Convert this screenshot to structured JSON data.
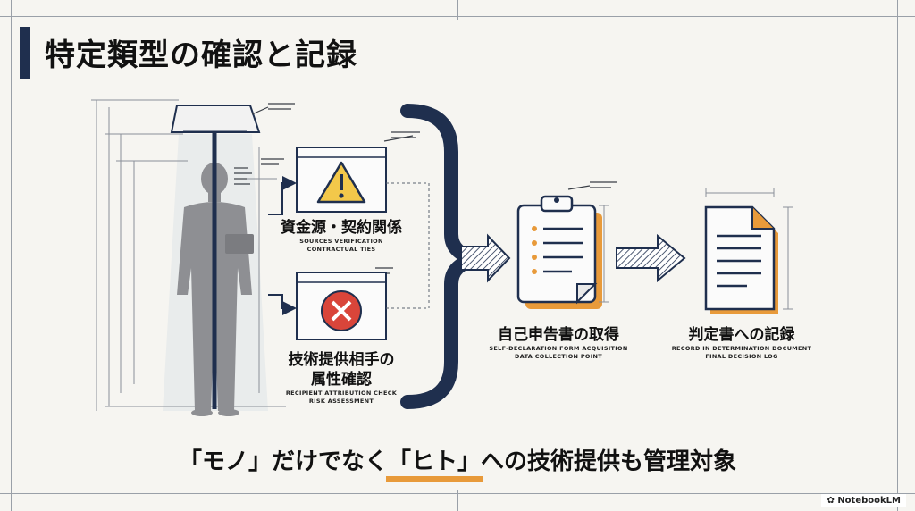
{
  "title": "特定類型の確認と記録",
  "nodes": {
    "source": {
      "ja": "資金源・契約関係",
      "en1": "SOURCES VERIFICATION",
      "en2": "CONTRACTUAL TIES"
    },
    "recipient": {
      "ja1": "技術提供相手の",
      "ja2": "属性確認",
      "en1": "RECIPIENT ATTRIBUTION CHECK",
      "en2": "RISK ASSESSMENT"
    },
    "selfdecl": {
      "ja": "自己申告書の取得",
      "en1": "SELF-DECLARATION FORM ACQUISITION",
      "en2": "DATA COLLECTION POINT"
    },
    "record": {
      "ja": "判定書への記録",
      "en1": "RECORD IN DETERMINATION DOCUMENT",
      "en2": "FINAL DECISION LOG"
    }
  },
  "footer": {
    "before": "「モノ」だけでなく",
    "highlight": "「ヒト」",
    "after": "への技術提供も管理対象"
  },
  "brand": "NotebookLM",
  "colors": {
    "navy": "#1f2f4e",
    "accent": "#e89a3a",
    "warning": "#f3c84a",
    "error": "#d9453a",
    "silhouette": "#8e8f93"
  }
}
